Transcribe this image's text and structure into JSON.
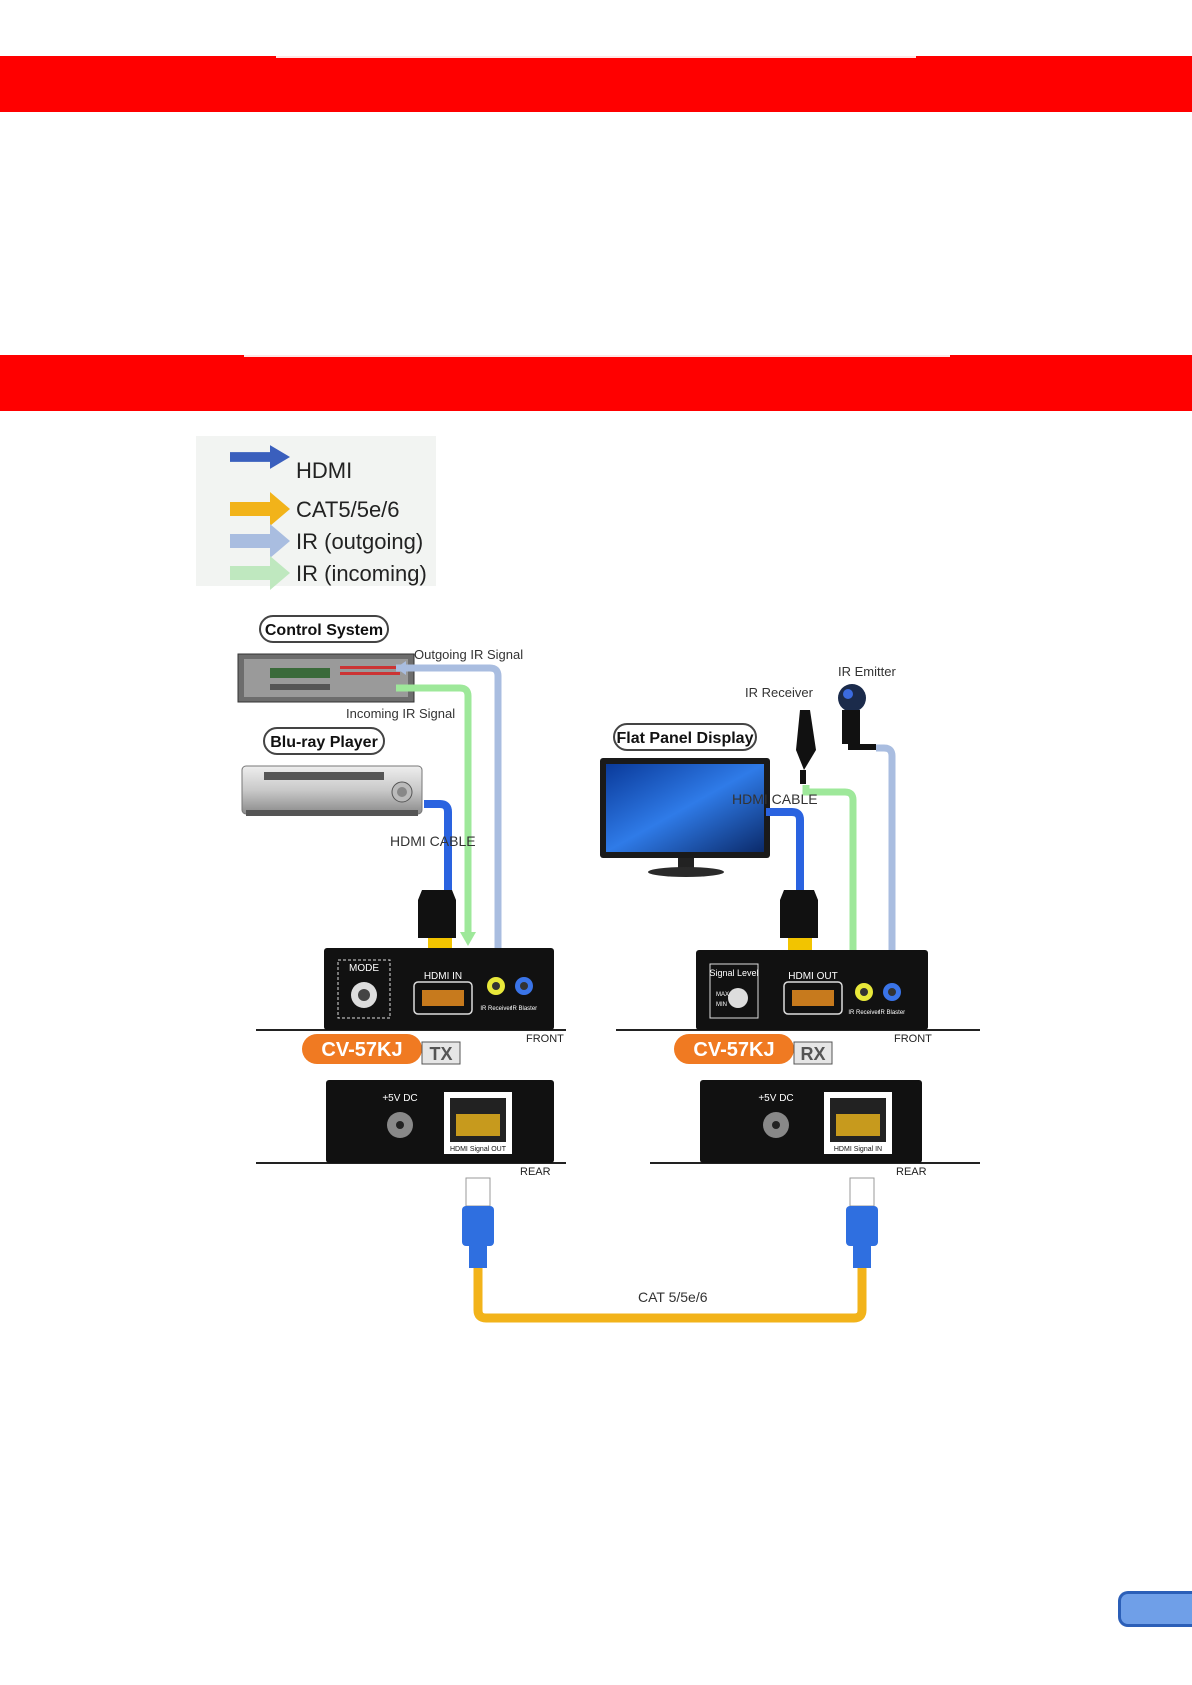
{
  "legend": [
    {
      "label": "HDMI",
      "color": "#3a5fbd"
    },
    {
      "label": "CAT5/5e/6",
      "color": "#f2b31a"
    },
    {
      "label": "IR (outgoing)",
      "color": "#a9bde0"
    },
    {
      "label": "IR (incoming)",
      "color": "#bfe8bf"
    }
  ],
  "devices": {
    "control_system": "Control System",
    "bluray_player": "Blu-ray Player",
    "flat_panel_display": "Flat Panel Display"
  },
  "signals": {
    "outgoing_ir": "Outgoing IR Signal",
    "incoming_ir": "Incoming IR Signal",
    "ir_receiver": "IR Receiver",
    "ir_emitter": "IR Emitter",
    "hdmi_cable_left": "HDMI CABLE",
    "hdmi_cable_right": "HDMI CABLE",
    "cat_cable": "CAT 5/5e/6"
  },
  "tx": {
    "model": "CV-57KJ",
    "badge": "TX",
    "mode_label": "MODE",
    "port_label": "HDMI IN",
    "ir_receiver": "IR Receiver",
    "ir_blaster": "IR Blaster",
    "front_label": "FRONT",
    "rear_label": "REAR",
    "power_label": "+5V DC",
    "rj45_label": "HDMI Signal OUT"
  },
  "rx": {
    "model": "CV-57KJ",
    "badge": "RX",
    "signal_label": "Signal Level",
    "max_label": "MAX",
    "min_label": "MIN",
    "port_label": "HDMI OUT",
    "ir_receiver": "IR Receiver",
    "ir_blaster": "IR Blaster",
    "front_label": "FRONT",
    "rear_label": "REAR",
    "power_label": "+5V DC",
    "rj45_label": "HDMI Signal IN"
  },
  "colors": {
    "band": "#ff0000",
    "hdmi_cable": "#2a63e0",
    "cat_cable": "#f2b31a",
    "ir_out_line": "#a9bde0",
    "ir_in_line": "#9ee89a",
    "orange_brand": "#f07a22"
  }
}
